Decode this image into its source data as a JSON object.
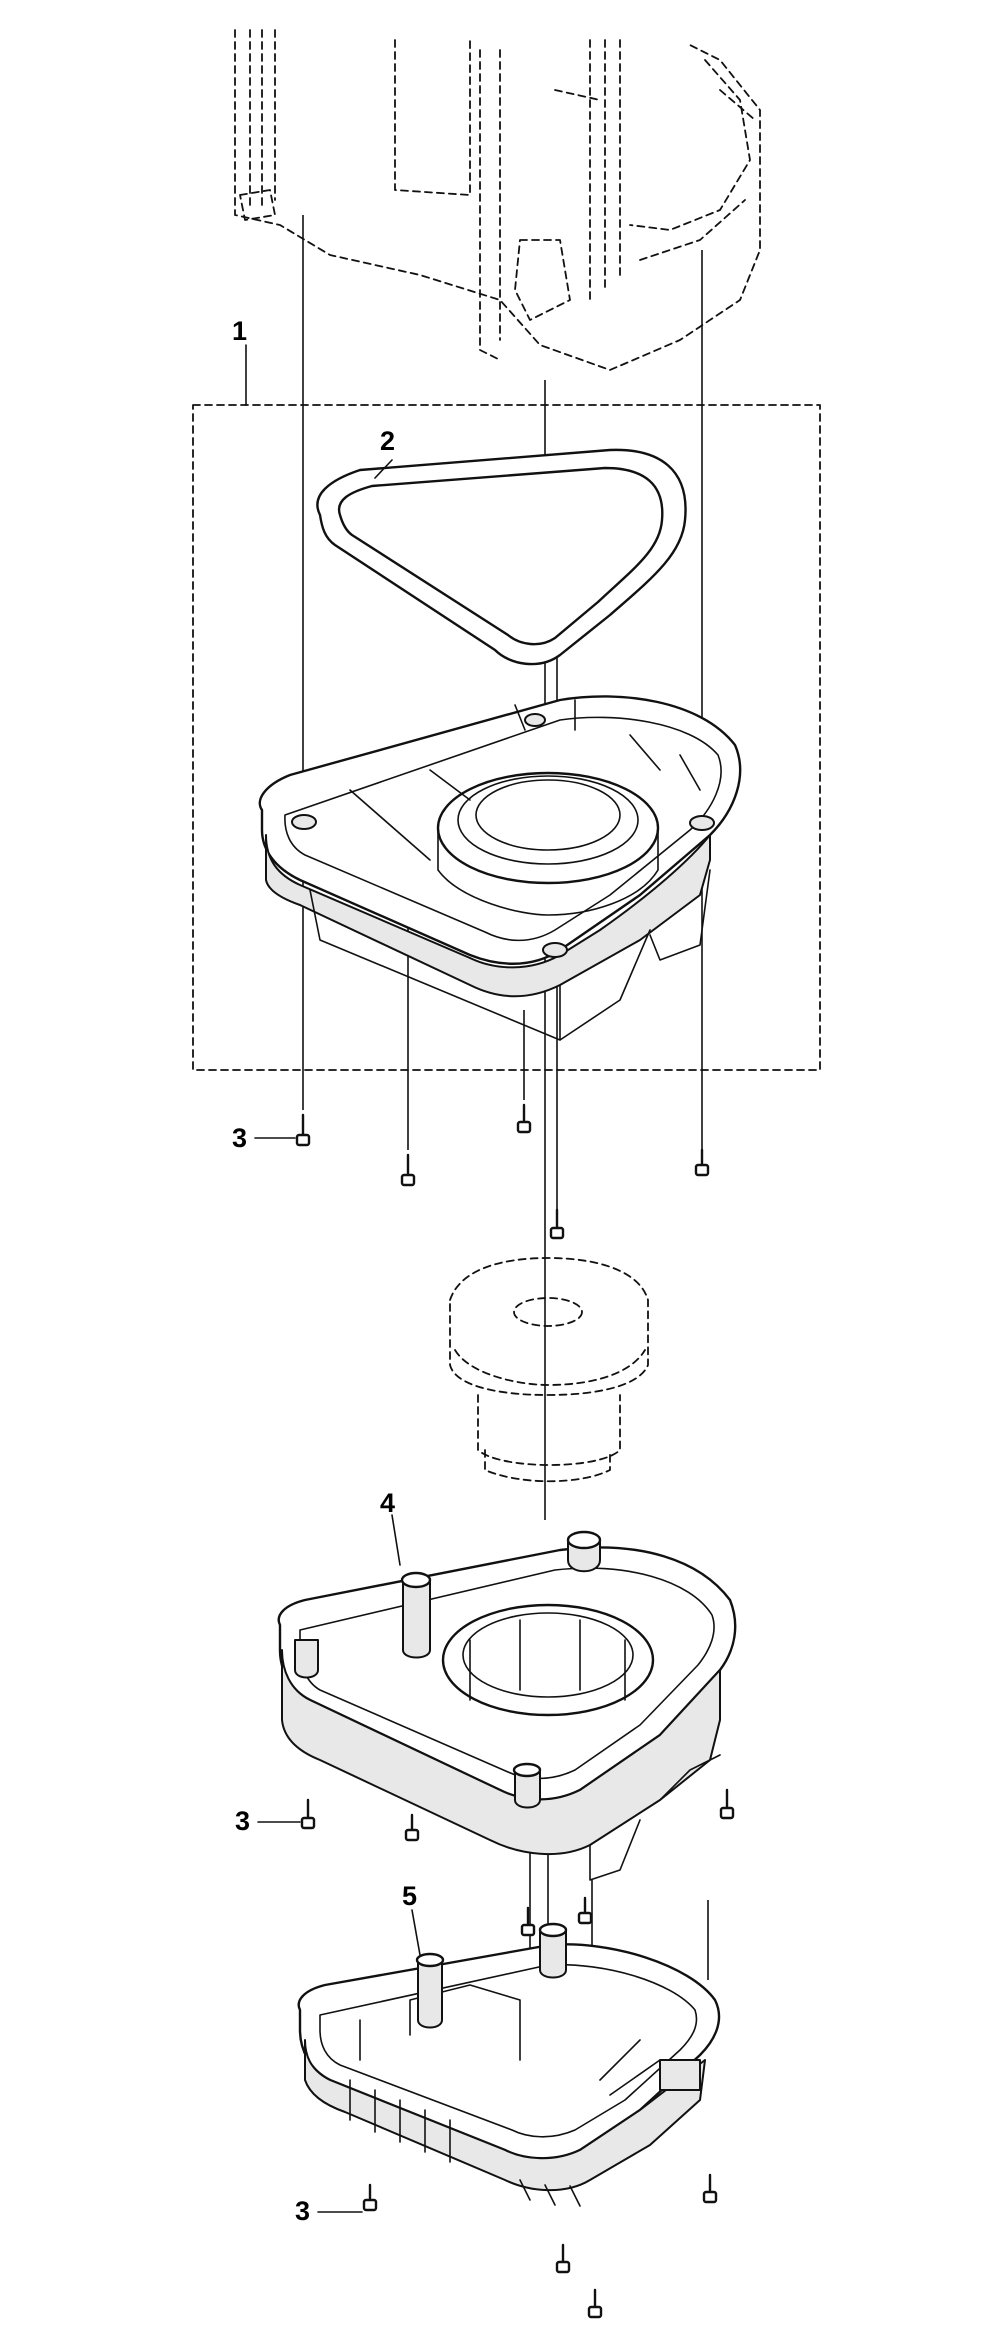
{
  "callouts": {
    "c1": "1",
    "c2": "2",
    "c3a": "3",
    "c3b": "3",
    "c3c": "3",
    "c4": "4",
    "c5": "5"
  },
  "colors": {
    "line": "#111111",
    "background": "#ffffff"
  }
}
